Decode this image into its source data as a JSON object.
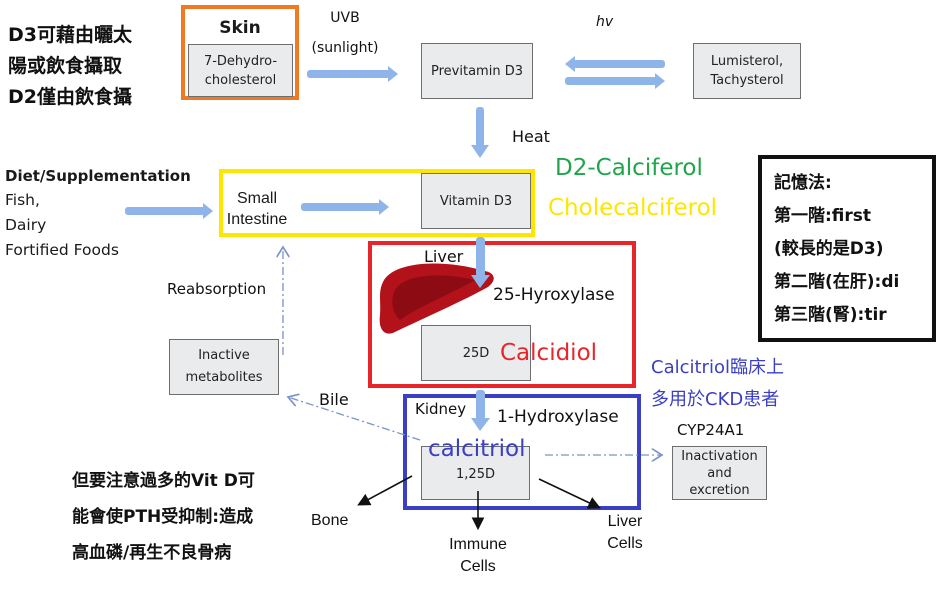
{
  "left_note": {
    "lines": [
      "D3可藉由曬太",
      "陽或飲食攝取",
      "D2僅由飲食攝"
    ]
  },
  "skin": {
    "title": "Skin",
    "box_label": "7-Dehydro-\ncholesterol",
    "box_line1": "7-Dehydro-",
    "box_line2": "cholesterol",
    "frame_color": "#f07a22"
  },
  "uvb": {
    "line1": "UVB",
    "line2": "(sunlight)"
  },
  "previtamin": {
    "label": "Previtamin D3"
  },
  "hv": {
    "label": "hv"
  },
  "lumisterol": {
    "line1": "Lumisterol,",
    "line2": "Tachysterol"
  },
  "heat": {
    "label": "Heat"
  },
  "diet": {
    "title": "Diet/Supplementation",
    "items": [
      "Fish,",
      "Dairy",
      "Fortified Foods"
    ]
  },
  "small_intestine": {
    "line1": "Small",
    "line2": "Intestine",
    "frame_color": "#ffe600"
  },
  "vitamin_d3": {
    "label": "Vitamin D3"
  },
  "d2_name": {
    "label": "D2-Calciferol",
    "color": "#1fa64a"
  },
  "d3_name": {
    "label": "Cholecalciferol",
    "color": "#ffe600"
  },
  "mnemonic": {
    "lines": [
      "記憶法:",
      "第一階:first",
      "(較長的是D3)",
      "第二階(在肝):di",
      "第三階(腎):tir"
    ]
  },
  "liver": {
    "label": "Liver",
    "enzyme": "25-Hyroxylase",
    "box_label": "25D",
    "name": "Calcidiol",
    "name_color": "#e8262a",
    "frame_color": "#e8262a",
    "organ_color": "#b3121b"
  },
  "reabsorption": {
    "label": "Reabsorption"
  },
  "inactive": {
    "line1": "Inactive",
    "line2": "metabolites"
  },
  "bile": {
    "label": "Bile"
  },
  "calcitriol_note": {
    "lines": [
      "Calcitriol臨床上",
      "多用於CKD患者"
    ],
    "color": "#3a3fc4"
  },
  "kidney": {
    "label": "Kidney",
    "enzyme": "1-Hydroxylase",
    "name": "calcitriol",
    "name_color": "#3a3fc4",
    "box_label": "1,25D",
    "frame_color": "#3a3fc4"
  },
  "cyp": {
    "label": "CYP24A1"
  },
  "inactivation": {
    "line1": "Inactivation",
    "line2": "and",
    "line3": "excretion"
  },
  "targets": {
    "bone": "Bone",
    "immune_line1": "Immune",
    "immune_line2": "Cells",
    "liver_line1": "Liver",
    "liver_line2": "Cells"
  },
  "warning_note": {
    "lines": [
      "但要注意過多的Vit D可",
      "能會使PTH受抑制:造成",
      "高血磷/再生不良骨病"
    ]
  },
  "arrow_color": "#8fb4ea"
}
